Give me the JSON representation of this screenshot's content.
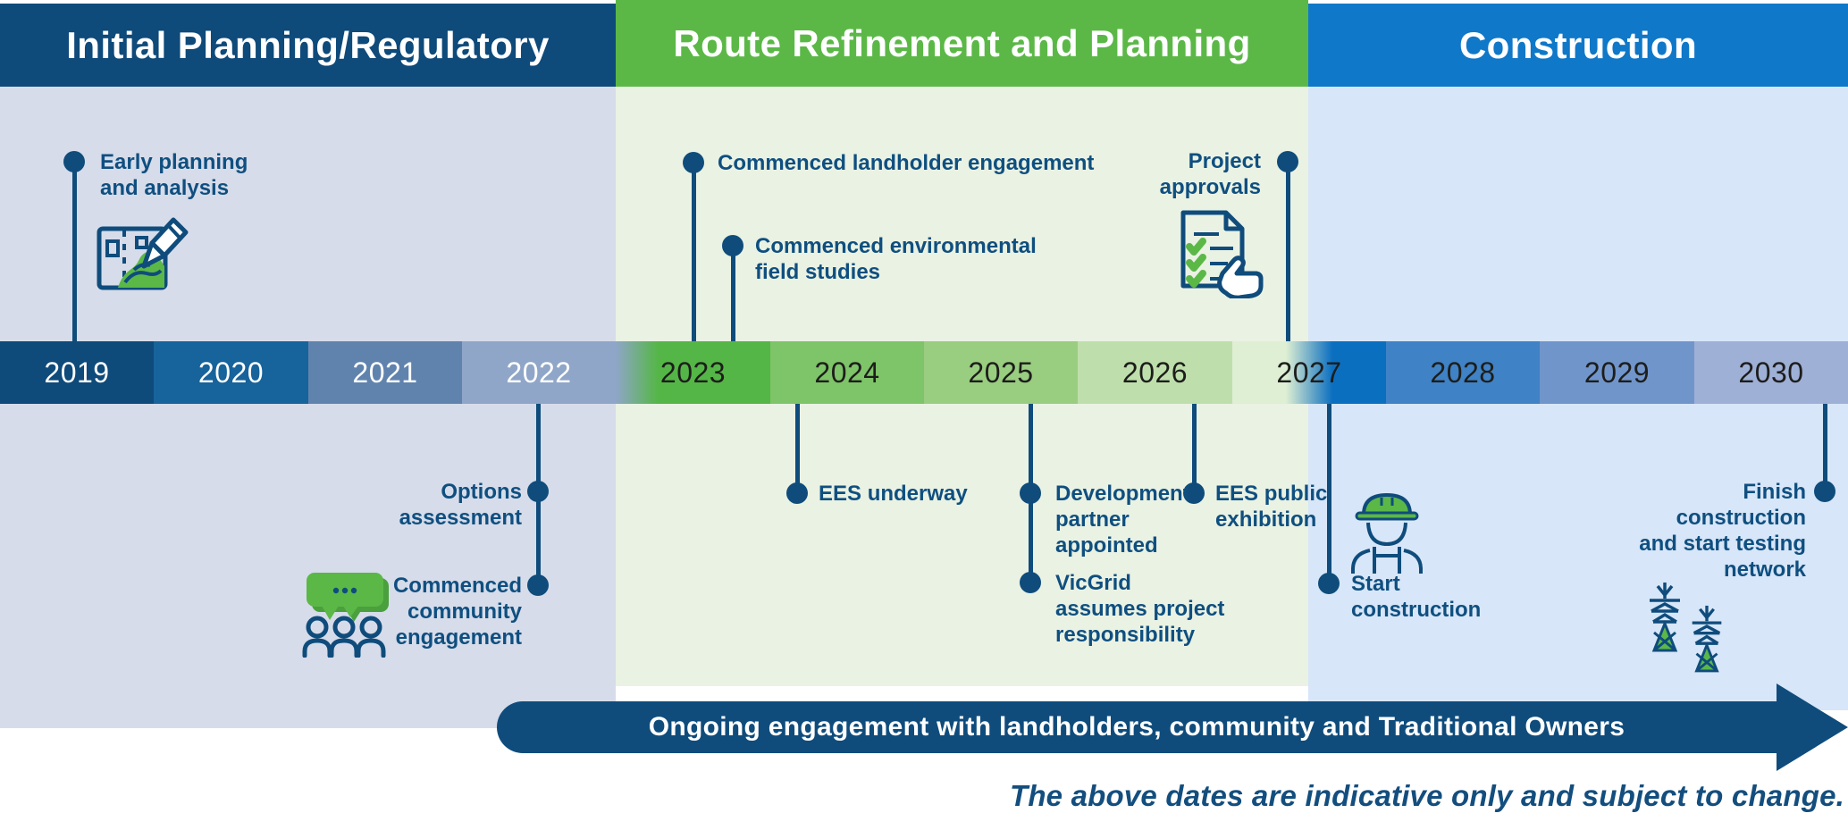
{
  "colors": {
    "navy": "#0F4C7C",
    "header_navy": "#0E4A7A",
    "header_green": "#5BB847",
    "header_blue": "#0F78C8",
    "panel_grey": "#D6DCEA",
    "panel_green": "#EAF2E3",
    "panel_blue": "#D7E6F8",
    "label_navy": "#0F4F80",
    "year_dark_text": "#1D1D1B",
    "year_2020": "#17639B",
    "year_2021": "#6083AE",
    "year_2022": "#8FA6C8",
    "year_2023": "#54B646",
    "year_2024": "#7EC468",
    "year_2025": "#99CD80",
    "year_2026": "#BEDFAB",
    "year_2027_green": "#DEEFD3",
    "year_2027_blue": "#0B6FC0",
    "year_2028": "#3F82C5",
    "year_2029": "#7095CB",
    "year_2030": "#9FB0D7"
  },
  "phases": [
    {
      "label": "Initial Planning/Regulatory"
    },
    {
      "label": "Route Refinement and Planning"
    },
    {
      "label": "Construction"
    }
  ],
  "timeline": {
    "years": [
      "2019",
      "2020",
      "2021",
      "2022",
      "2023",
      "2024",
      "2025",
      "2026",
      "2027",
      "2028",
      "2029",
      "2030"
    ]
  },
  "milestones": {
    "early_planning": {
      "lines": [
        "Early planning",
        "and analysis"
      ]
    },
    "landholder": {
      "lines": [
        "Commenced landholder engagement"
      ]
    },
    "env_studies": {
      "lines": [
        "Commenced environmental",
        "field studies"
      ]
    },
    "approvals": {
      "lines": [
        "Project",
        "approvals"
      ]
    },
    "options": {
      "lines": [
        "Options",
        "assessment"
      ]
    },
    "community": {
      "lines": [
        "Commenced",
        "community",
        "engagement"
      ]
    },
    "ees_underway": {
      "lines": [
        "EES underway"
      ]
    },
    "dev_partner": {
      "lines": [
        "Development",
        "partner",
        "appointed"
      ]
    },
    "vicgrid": {
      "lines": [
        "VicGrid",
        "assumes project",
        "responsibility"
      ]
    },
    "ees_exhibition": {
      "lines": [
        "EES public",
        "exhibition"
      ]
    },
    "start_construction": {
      "lines": [
        "Start",
        "construction"
      ]
    },
    "finish_construction": {
      "lines": [
        "Finish",
        "construction",
        "and start testing",
        "network"
      ]
    }
  },
  "icons": {
    "early_planning": "map-pencil-icon",
    "community": "speech-bubble-people-icon",
    "approvals": "checklist-approval-icon",
    "start_construction": "construction-worker-icon",
    "finish_construction": "transmission-towers-icon"
  },
  "banner": {
    "label": "Ongoing engagement with landholders, community and Traditional Owners"
  },
  "footnote": "The above dates are indicative only and subject to change."
}
